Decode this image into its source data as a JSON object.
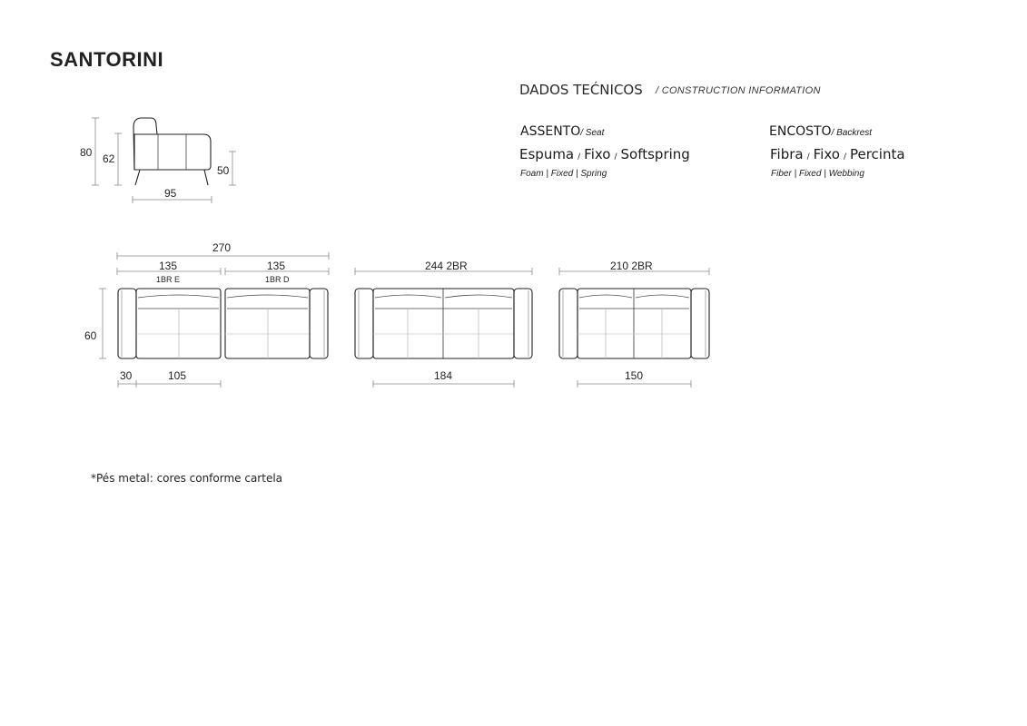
{
  "title": "SANTORINI",
  "technical": {
    "heading": "DADOS TEĆNICOS",
    "subheading": "/ CONSTRUCTION INFORMATION",
    "seat": {
      "label": "ASSENTO",
      "label_en": "/ Seat",
      "items": [
        "Espuma",
        "Fixo",
        "Softspring"
      ],
      "items_en": [
        "Foam",
        "Fixed",
        "Spring"
      ]
    },
    "backrest": {
      "label": "ENCOSTO",
      "label_en": "/ Backrest",
      "items": [
        "Fibra",
        "Fixo",
        "Percinta"
      ],
      "items_en": [
        "Fiber",
        "Fixed",
        "Webbing"
      ]
    },
    "separator": "/",
    "separator_en": "|"
  },
  "side_view": {
    "height_total": "80",
    "height_back": "62",
    "height_seat": "50",
    "depth": "95"
  },
  "modules": {
    "total_width": "270",
    "module_left": {
      "width": "135",
      "code": "1BR E"
    },
    "module_right": {
      "width": "135",
      "code": "1BR D"
    },
    "depth": "60",
    "arm_width": "30",
    "seat_width": "105",
    "sofa_244": {
      "label": "244 2BR",
      "seat_width": "184"
    },
    "sofa_210": {
      "label": "210 2BR",
      "seat_width": "150"
    }
  },
  "note": "*Pés metal: cores conforme cartela"
}
